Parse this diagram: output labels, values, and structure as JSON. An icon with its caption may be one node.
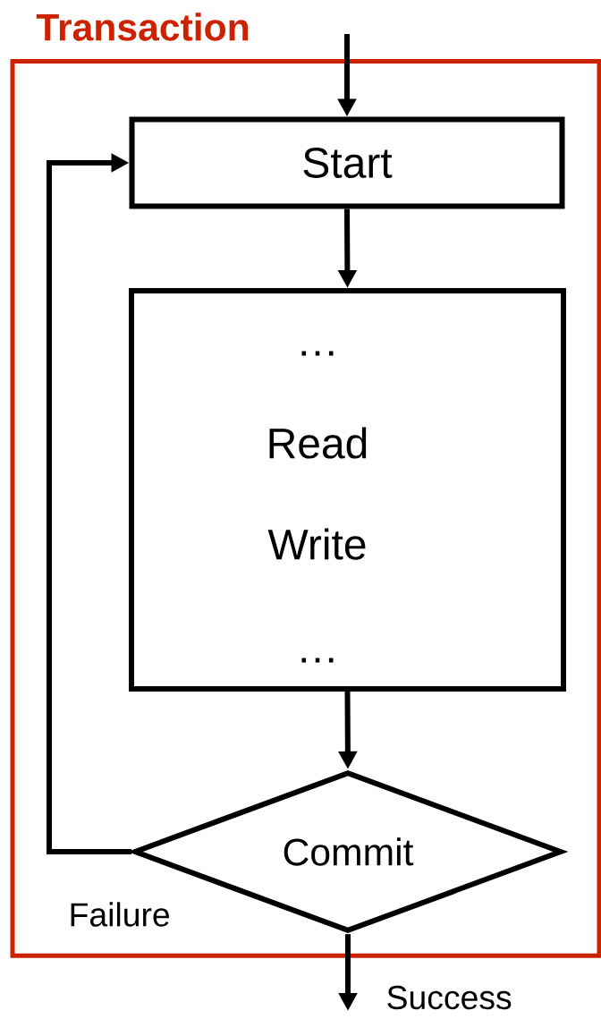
{
  "diagram": {
    "nodes": [
      {
        "text": [
          "Transaction"
        ]
      },
      {
        "text": [
          "Start"
        ],
        "in": 0
      },
      {
        "text": [
          "…",
          "Read",
          "Write",
          "…"
        ],
        "in": 0
      },
      {
        "text": [
          "Commit"
        ],
        "in": 0
      }
    ],
    "edges": [
      {
        "from": null,
        "to": 1,
        "arrow": "to"
      },
      {
        "from": 1,
        "to": 2,
        "arrow": "to"
      },
      {
        "from": 2,
        "to": 3,
        "arrow": "to"
      },
      {
        "from": 3,
        "to": 1,
        "arrow": "to",
        "label": "Failure"
      },
      {
        "from": 3,
        "to": null,
        "arrow": "to",
        "label": "Success"
      }
    ]
  }
}
